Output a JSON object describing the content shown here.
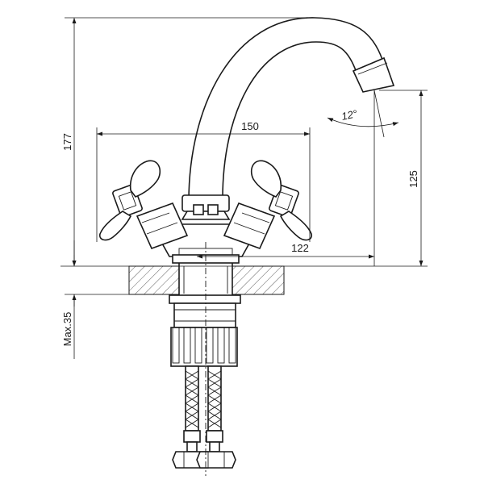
{
  "dimensions": {
    "height_total": "177",
    "handle_span": "150",
    "spout_reach": "122",
    "spout_height": "125",
    "max_thickness": "Max.35",
    "spout_angle": "12°"
  }
}
